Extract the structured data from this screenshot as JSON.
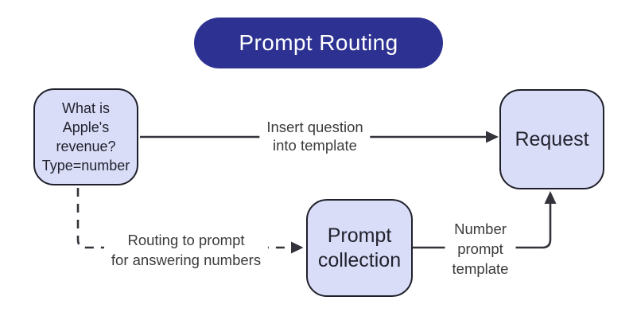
{
  "title": {
    "label": "Prompt Routing"
  },
  "nodes": {
    "question": {
      "lines": [
        "What is",
        "Apple's",
        "revenue?",
        "Type=number"
      ]
    },
    "request": {
      "label": "Request"
    },
    "prompt_collection": {
      "lines": [
        "Prompt",
        "collection"
      ]
    }
  },
  "edges": {
    "insert_question": {
      "style": "solid-arrow",
      "from": "question",
      "to": "request",
      "label_lines": [
        "Insert question",
        "into template"
      ]
    },
    "routing": {
      "style": "dashed-arrow",
      "from": "question",
      "to": "prompt_collection",
      "label_lines": [
        "Routing to prompt",
        "for answering numbers"
      ]
    },
    "number_template": {
      "style": "solid-arrow",
      "from": "prompt_collection",
      "to": "request",
      "label_lines": [
        "Number",
        "prompt",
        "template"
      ]
    }
  },
  "colors": {
    "banner_bg": "#2d3191",
    "banner_text": "#ffffff",
    "node_fill": "#d9ddf7",
    "node_border": "#20202c",
    "connector": "#33333b",
    "label_text": "#3b3b3b",
    "node_text": "#232330",
    "canvas_bg": "#ffffff"
  }
}
